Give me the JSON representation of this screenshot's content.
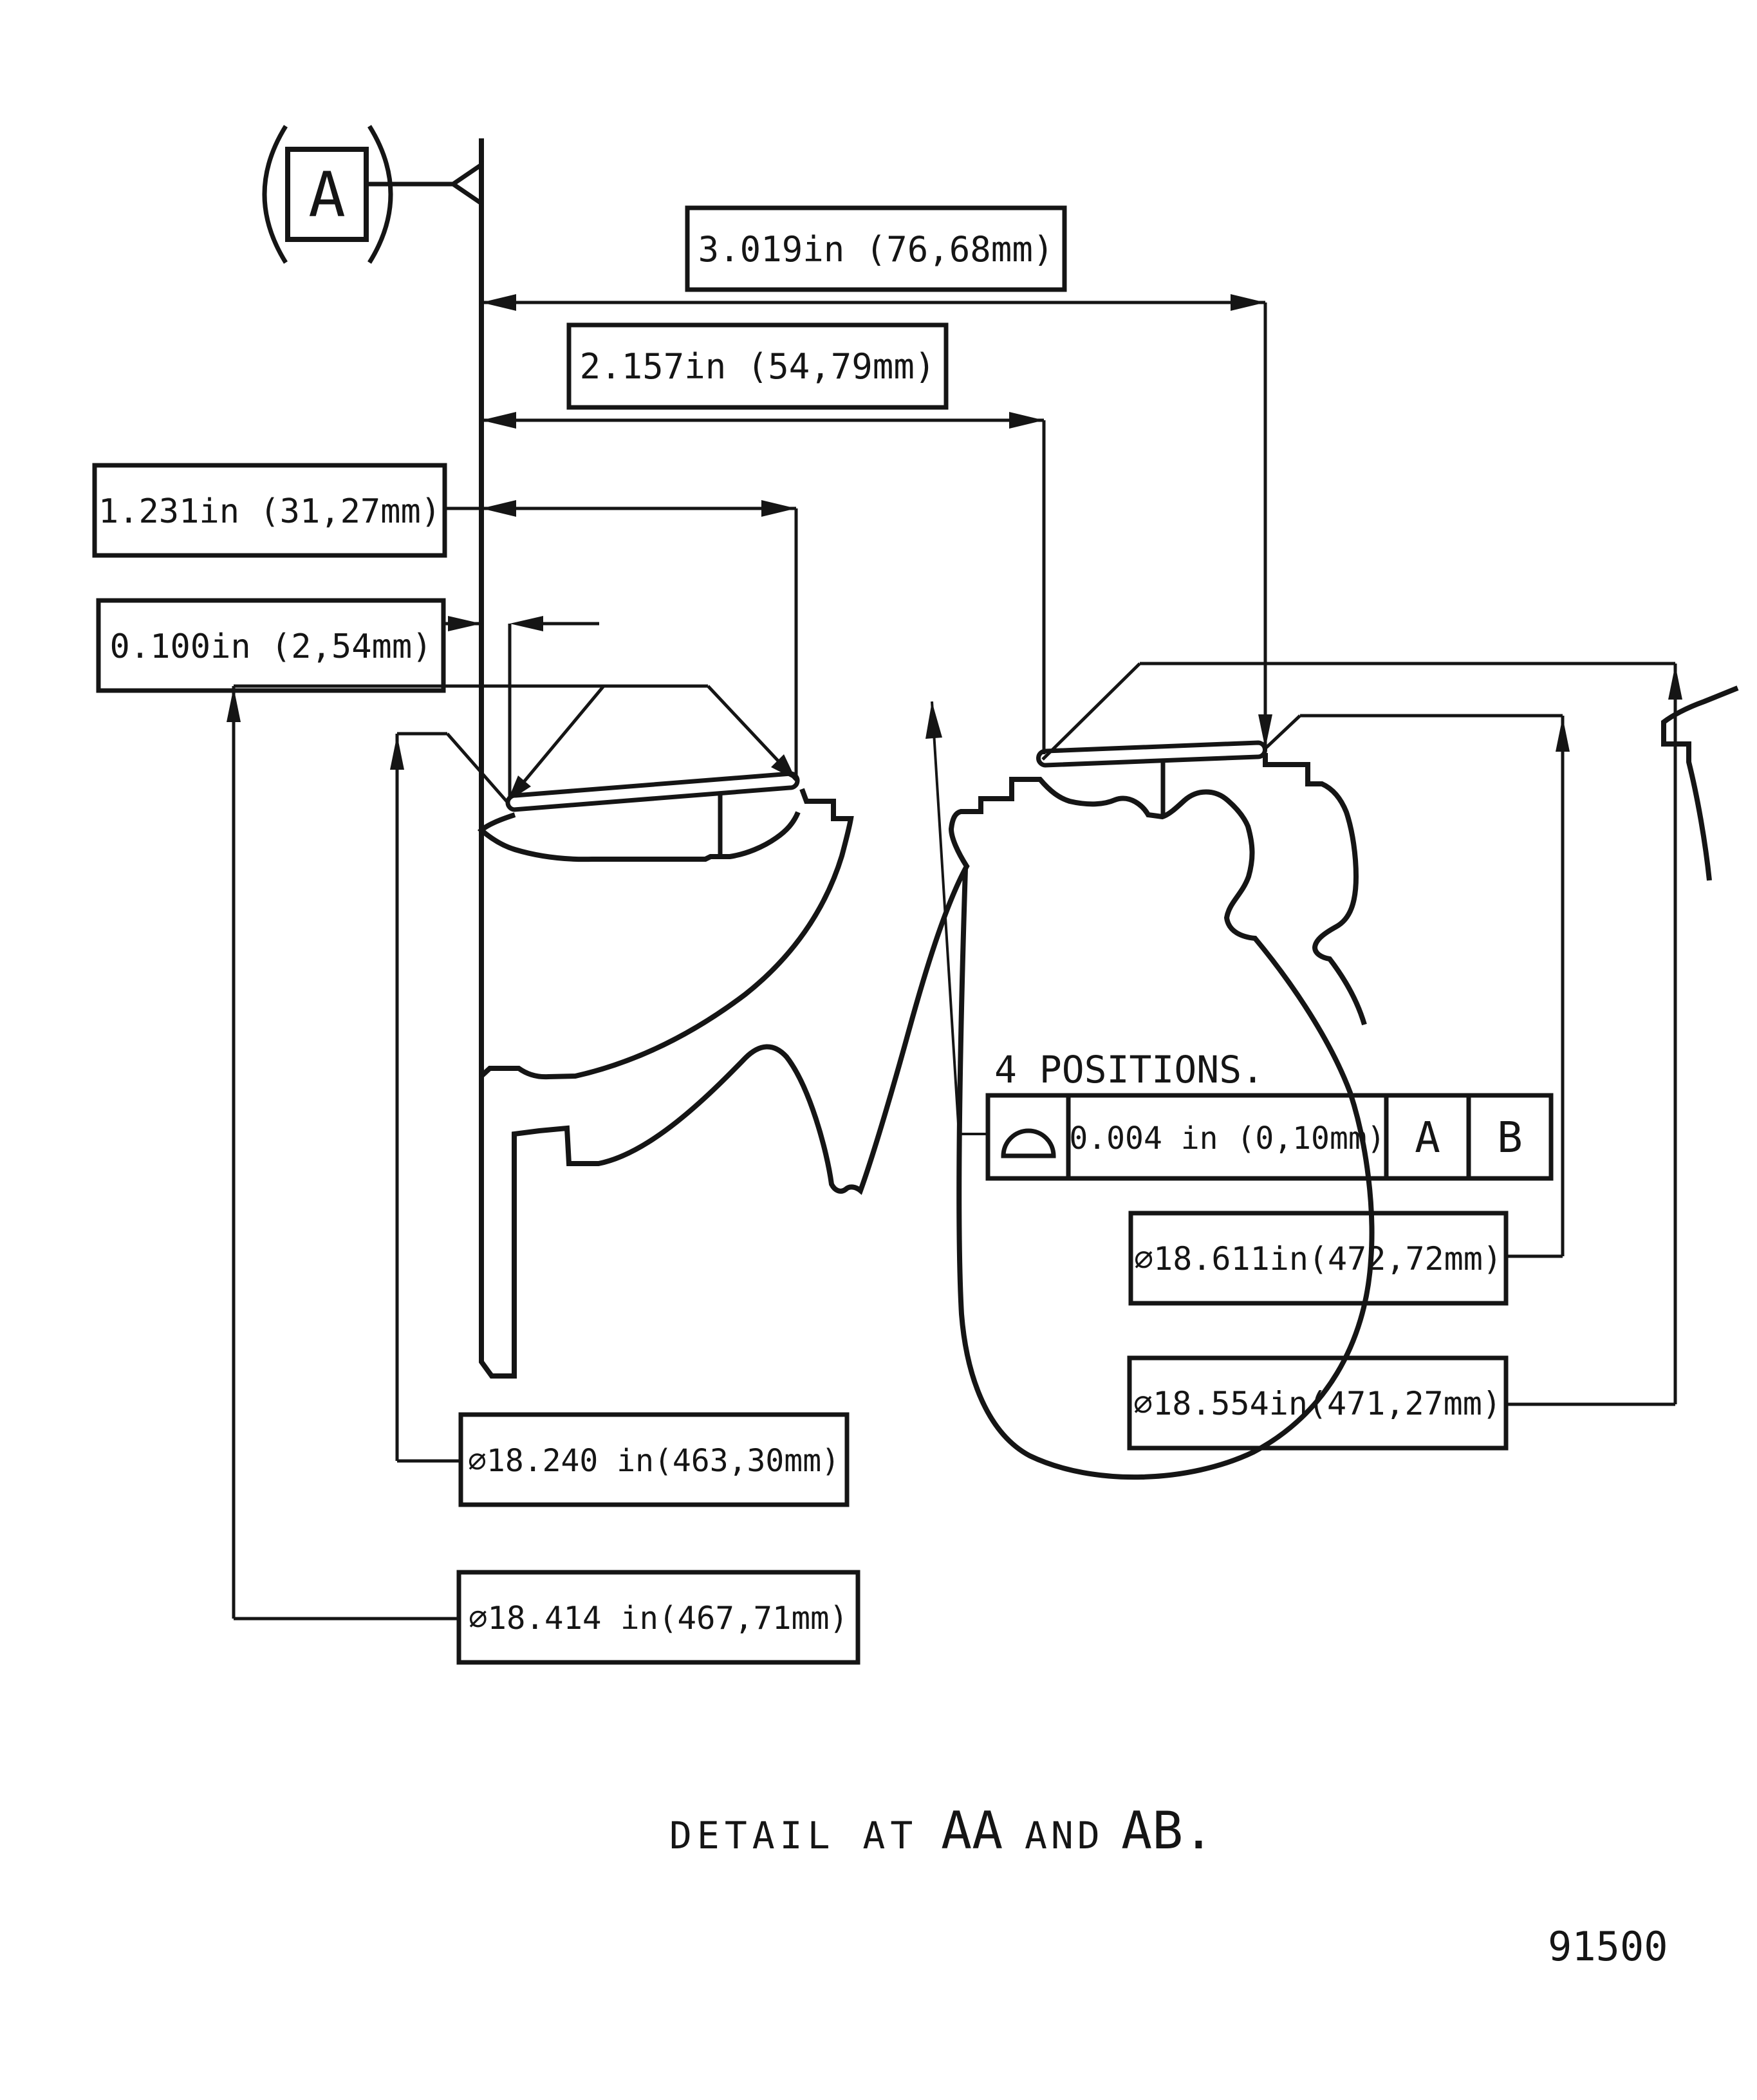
{
  "datum_flag": {
    "label": "A"
  },
  "dims": {
    "d3019": "3.019in (76,68mm)",
    "d2157": "2.157in (54,79mm)",
    "d1231": "1.231in (31,27mm)",
    "d0100": "0.100in (2,54mm)"
  },
  "diameters": {
    "d18611": "⌀18.611in(472,72mm)",
    "d18554": "⌀18.554in(471,27mm)",
    "d18240": "⌀18.240 in(463,30mm)",
    "d18414": "⌀18.414 in(467,71mm)"
  },
  "fcf": {
    "note": "4 POSITIONS.",
    "symbol": "profile-of-a-surface",
    "tolerance": "0.004 in (0,10mm)",
    "primary_datum": "A",
    "secondary_datum": "B"
  },
  "caption": {
    "detail_at": "DETAIL AT",
    "aa": "AA",
    "and": "AND",
    "ab": "AB."
  },
  "figure_number": "91500",
  "colors": {
    "ink": "#151515",
    "paper": "#ffffff"
  }
}
